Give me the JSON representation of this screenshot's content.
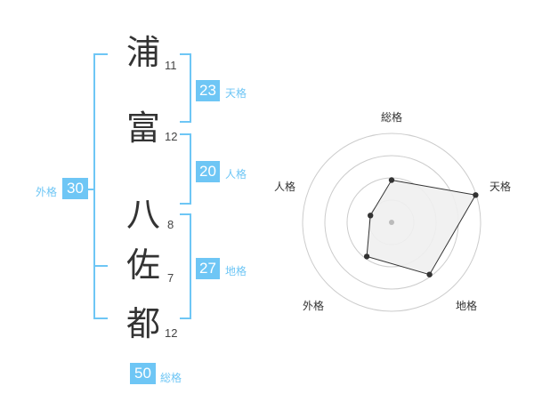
{
  "name": {
    "characters": [
      {
        "char": "浦",
        "strokes": "11"
      },
      {
        "char": "富",
        "strokes": "12"
      },
      {
        "char": "八",
        "strokes": "8"
      },
      {
        "char": "佐",
        "strokes": "7"
      },
      {
        "char": "都",
        "strokes": "12"
      }
    ]
  },
  "scores": {
    "tenkaku": {
      "value": "23",
      "label": "天格"
    },
    "jinkaku": {
      "value": "20",
      "label": "人格"
    },
    "chikaku": {
      "value": "27",
      "label": "地格"
    },
    "gaikaku": {
      "value": "30",
      "label": "外格"
    },
    "soukaku": {
      "value": "50",
      "label": "総格"
    }
  },
  "radar": {
    "axis_labels": [
      "総格",
      "天格",
      "地格",
      "外格",
      "人格"
    ],
    "levels": 4,
    "values": [
      1.9,
      3.97,
      2.9,
      1.9,
      1.0
    ],
    "colors": {
      "fill": "#f0f0f0",
      "stroke": "#333333",
      "grid": "#cccccc",
      "dot": "#333333",
      "center": "#bbbbbb"
    }
  },
  "colors": {
    "accent": "#6ec6f5",
    "text": "#333333"
  }
}
